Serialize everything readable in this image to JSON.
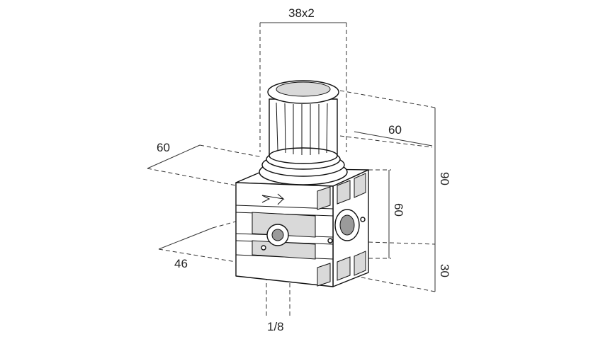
{
  "drawing": {
    "dimensions": {
      "knob_thread": "38x2",
      "depth_left": "60",
      "width_right": "60",
      "overall_height": "90",
      "body_height": "60",
      "port_offset": "46",
      "base_height": "30",
      "port_thread": "1/8"
    }
  }
}
